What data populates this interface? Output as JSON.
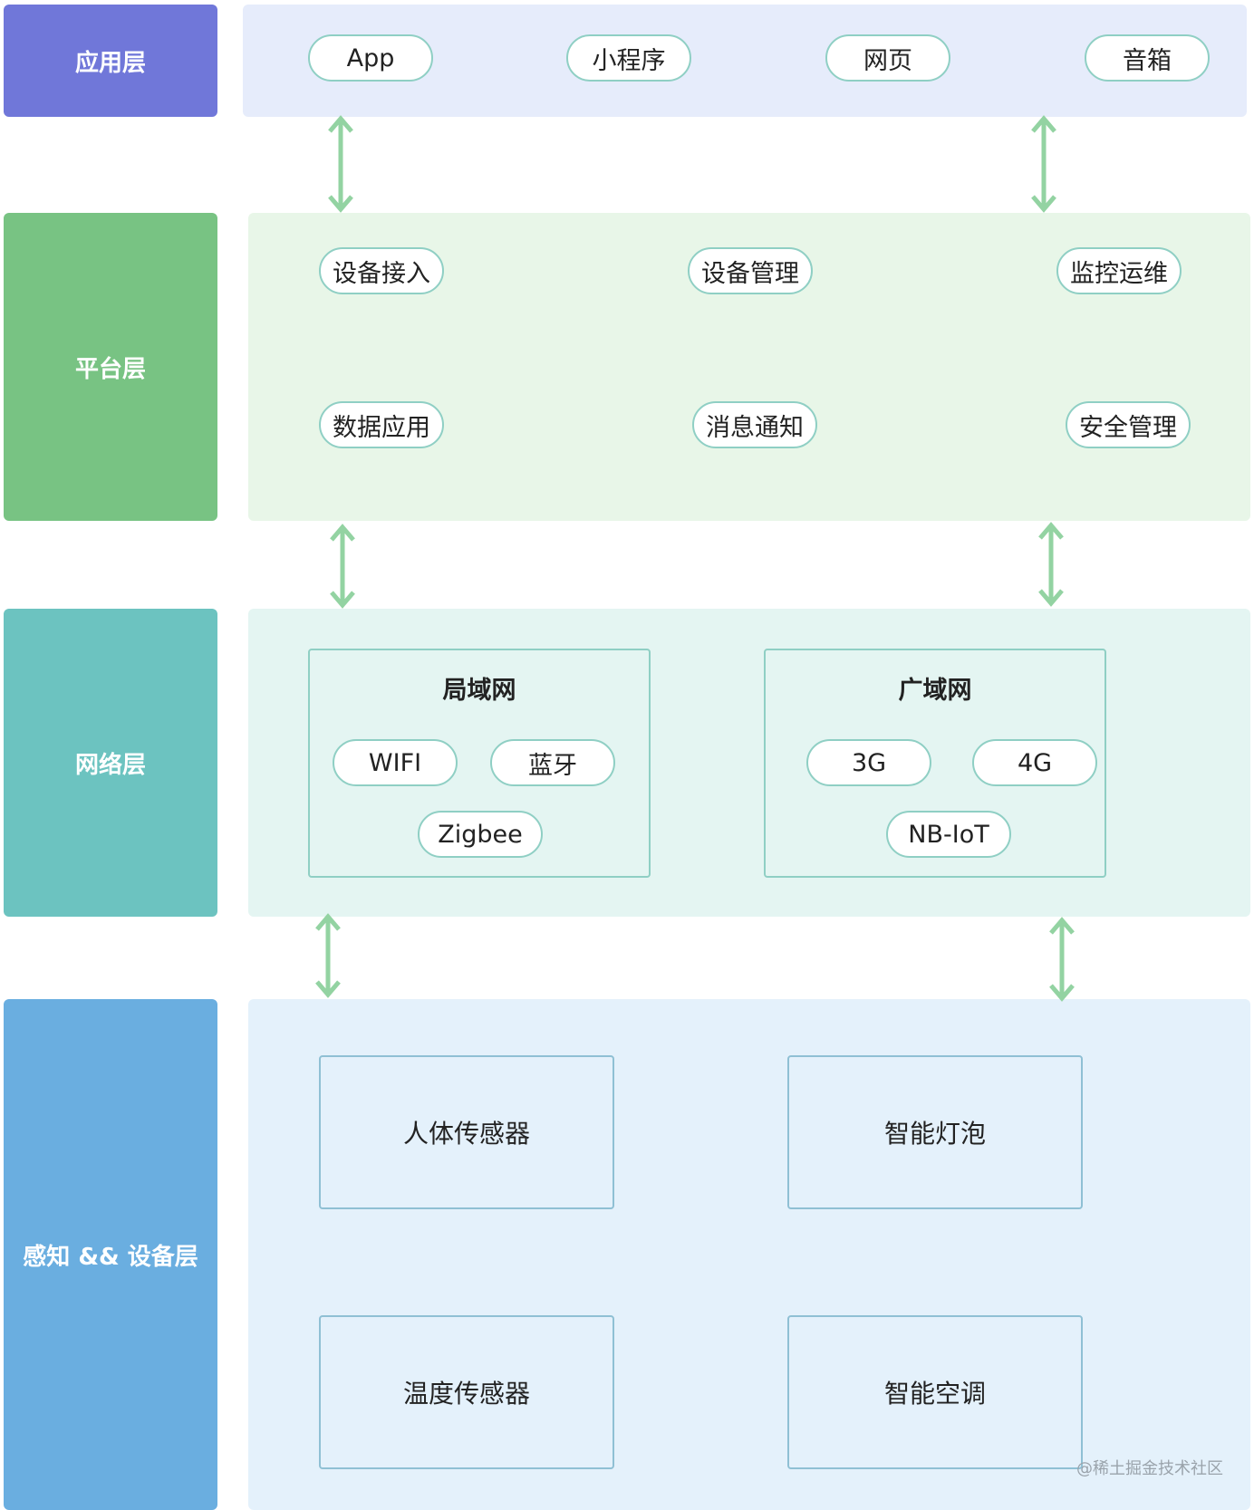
{
  "layers": {
    "application": {
      "label": "应用层",
      "items": [
        "App",
        "小程序",
        "网页",
        "音箱"
      ]
    },
    "platform": {
      "label": "平台层",
      "items": [
        "设备接入",
        "设备管理",
        "监控运维",
        "数据应用",
        "消息通知",
        "安全管理"
      ]
    },
    "network": {
      "label": "网络层",
      "lan": {
        "title": "局域网",
        "items": [
          "WIFI",
          "蓝牙",
          "Zigbee"
        ]
      },
      "wan": {
        "title": "广域网",
        "items": [
          "3G",
          "4G",
          "NB-IoT"
        ]
      }
    },
    "perception": {
      "label": "感知 && 设备层",
      "devices": [
        "人体传感器",
        "智能灯泡",
        "温度传感器",
        "智能空调"
      ]
    }
  },
  "watermark": "@稀土掘金技术社区",
  "colors": {
    "application_label": "#7077d9",
    "application_panel": "#e6ecfb",
    "platform_label": "#78c383",
    "platform_panel": "#e8f6e8",
    "network_label": "#6cc3c0",
    "network_panel": "#e4f5f2",
    "perception_label": "#6aaee0",
    "perception_panel": "#e4f1fb",
    "arrow": "#93d3a2",
    "pill_border": "#8fcfc4"
  }
}
